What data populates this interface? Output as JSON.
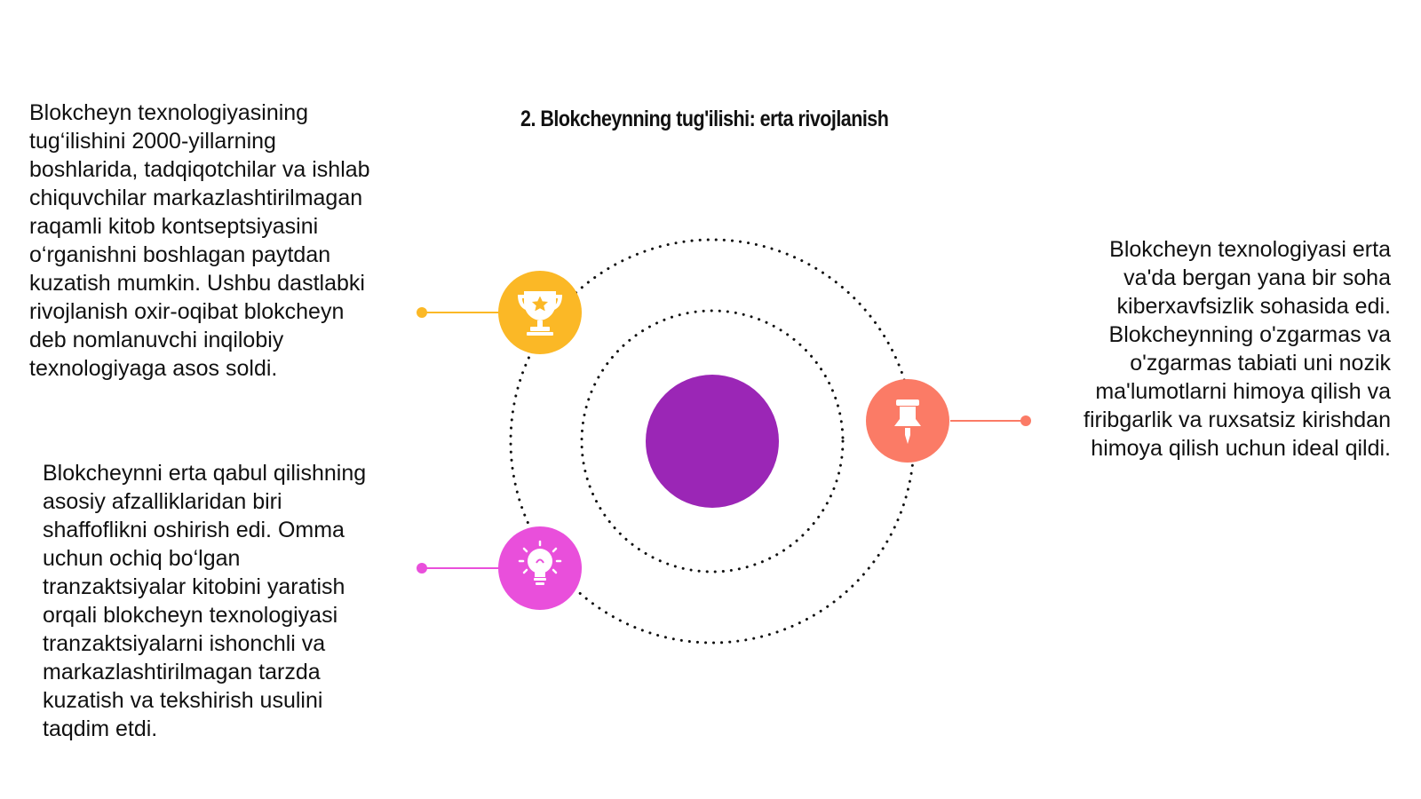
{
  "slide": {
    "title": "2. Blokcheynning tug'ilishi: erta rivojlanish"
  },
  "paragraphs": {
    "left_top": "Blokcheyn texnologiyasining\ntug‘ilishini 2000-yillarning\nboshlarida, tadqiqotchilar va ishlab\nchiquvchilar markazlashtirilmagan\nraqamli kitob kontseptsiyasini\no‘rganishni boshlagan paytdan\nkuzatish mumkin. Ushbu dastlabki\nrivojlanish oxir-oqibat blokcheyn\ndeb nomlanuvchi inqilobiy\ntexnologiyaga asos soldi.",
    "left_bottom": "Blokcheynni erta qabul qilishning\nasosiy afzalliklaridan biri\nshaffoflikni oshirish edi. Omma\nuchun ochiq bo‘lgan\ntranzaktsiyalar kitobini yaratish\norqali blokcheyn texnologiyasi\ntranzaktsiyalarni ishonchli va\nmarkazlashtirilmagan tarzda\nkuzatish va tekshirish usulini\ntaqdim etdi.",
    "right": "Blokcheyn texnologiyasi erta\nva'da bergan yana bir soha\nkiberxavfsizlik sohasida edi.\nBlokcheynning o'zgarmas va\no'zgarmas tabiati uni nozik\nma'lumotlarni himoya qilish va\nfiribgarlik va ruxsatsiz kirishdan\nhimoya qilish uchun ideal qildi."
  },
  "icons": {
    "top_left": "trophy-icon",
    "bottom_left": "lightbulb-icon",
    "right": "pushpin-icon"
  },
  "colors": {
    "center_circle": "#9b26b6",
    "trophy_node": "#fbb826",
    "lightbulb_node": "#e94fdb",
    "pushpin_node": "#fb7b66",
    "dotted_ring": "#111111"
  }
}
